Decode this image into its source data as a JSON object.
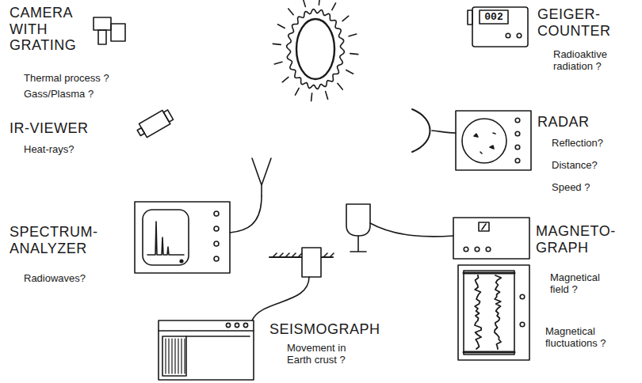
{
  "diagram": {
    "nodes": [
      {
        "text": [
          "CAMERA WITH GRATING",
          "Thermal process ?",
          "Gass/Plasma ?"
        ]
      },
      {
        "text": [
          "IR-VIEWER",
          "Heat-rays?"
        ]
      },
      {
        "text": [
          "SPECTRUM- ANALYZER",
          "Radiowaves?"
        ]
      },
      {
        "text": [
          "SEISMOGRAPH",
          "Movement in Earth crust ?"
        ]
      },
      {
        "text": [
          "GEIGER- COUNTER",
          "Radioaktive radiation ?"
        ]
      },
      {
        "text": [
          "RADAR",
          "Reflection?",
          "Distance?",
          "Speed ?"
        ]
      },
      {
        "text": [
          "MAGNETO- GRAPH",
          "Magnetical field ?",
          "Magnetical fluctuations ?"
        ]
      }
    ],
    "labels": [
      "002"
    ]
  }
}
